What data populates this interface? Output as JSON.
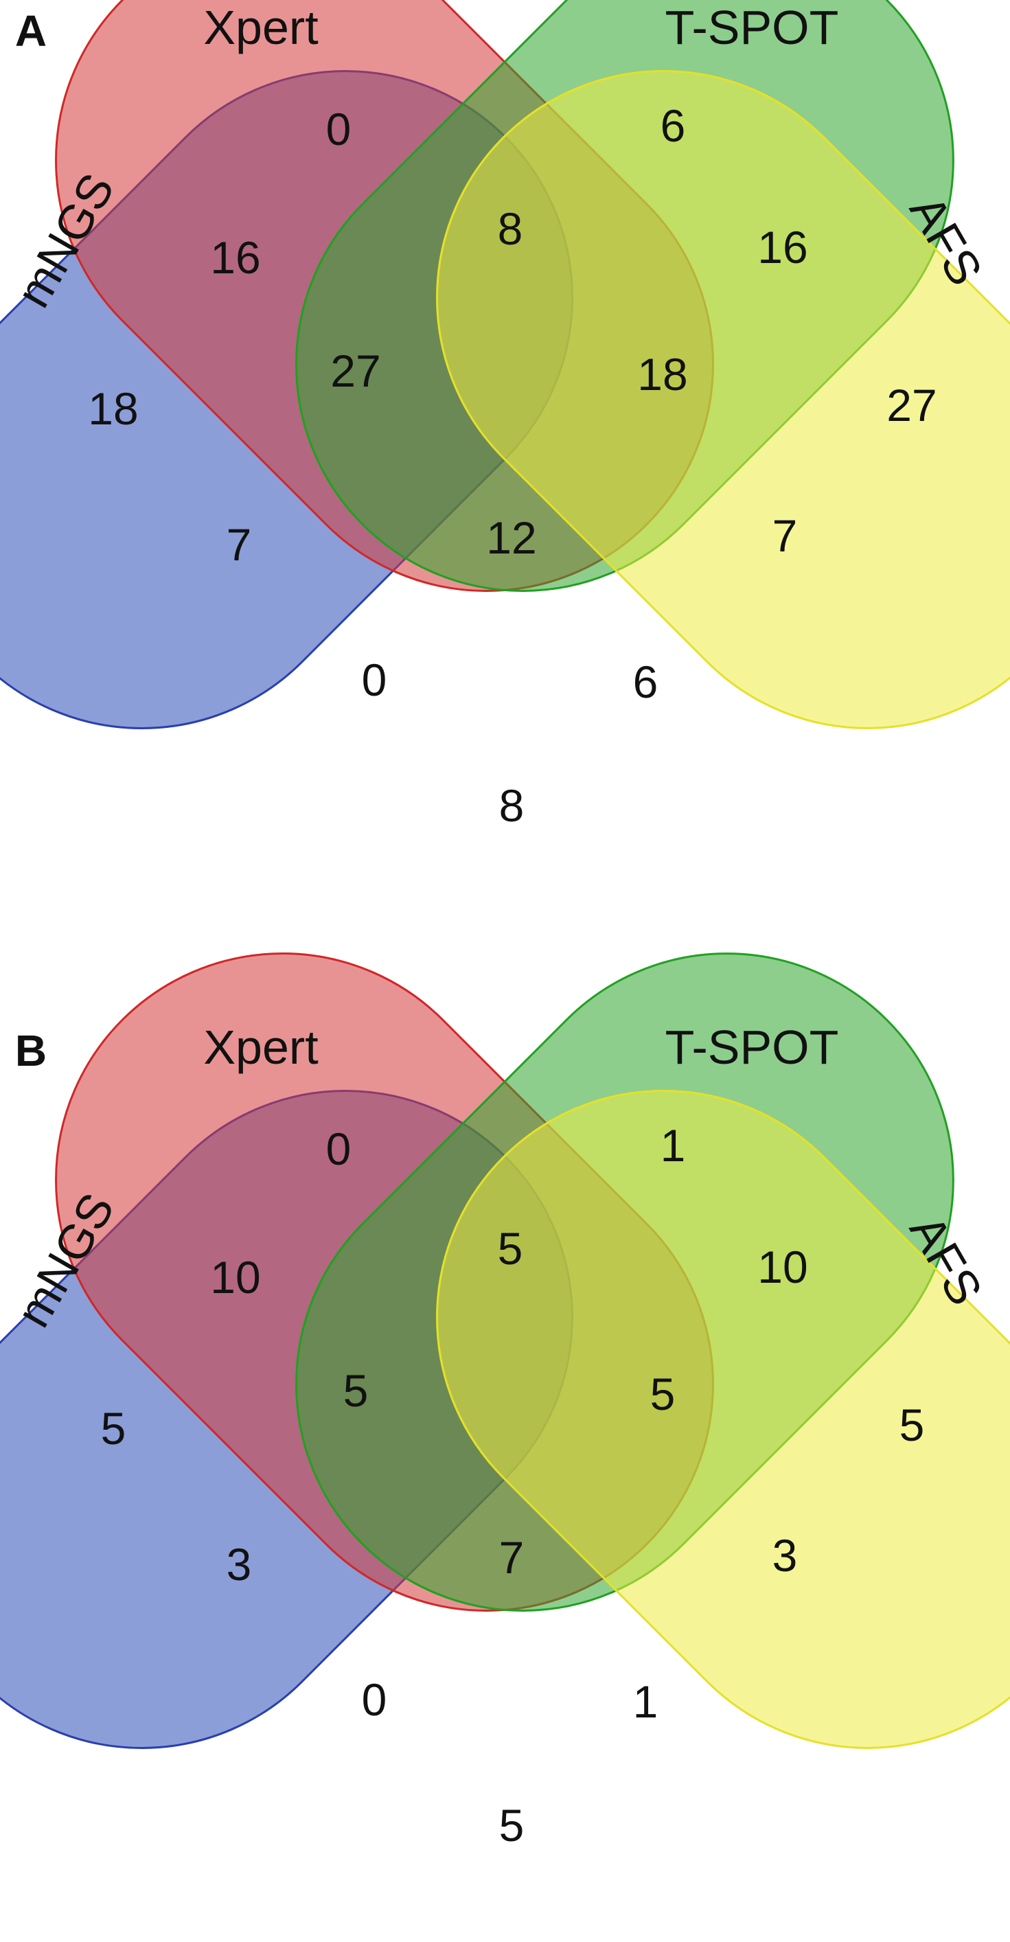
{
  "sets": [
    {
      "key": "mNGS",
      "name": "mNGS",
      "fill": "#2e4fb8",
      "stroke": "#2a3fb0"
    },
    {
      "key": "Xpert",
      "name": "Xpert",
      "fill": "#d63a3a",
      "stroke": "#d02828"
    },
    {
      "key": "TSPOT",
      "name": "T-SPOT",
      "fill": "#2fa52f",
      "stroke": "#22a022"
    },
    {
      "key": "AFS",
      "name": "AFS",
      "fill": "#ecec44",
      "stroke": "#e6e02a"
    }
  ],
  "panels": [
    {
      "label": "A",
      "counts": {
        "mNGS_only": "18",
        "Xpert_only": "0",
        "TSPOT_only": "6",
        "AFS_only": "27",
        "mNGS_Xpert": "16",
        "Xpert_TSPOT": "8",
        "TSPOT_AFS": "16",
        "mNGS_TSPOT": "7",
        "Xpert_AFS": "7",
        "mNGS_AFS": "8",
        "mNGS_Xpert_TSPOT": "27",
        "Xpert_TSPOT_AFS": "18",
        "mNGS_TSPOT_AFS": "0",
        "mNGS_Xpert_AFS": "6",
        "all_four": "12"
      }
    },
    {
      "label": "B",
      "counts": {
        "mNGS_only": "5",
        "Xpert_only": "0",
        "TSPOT_only": "1",
        "AFS_only": "5",
        "mNGS_Xpert": "10",
        "Xpert_TSPOT": "5",
        "TSPOT_AFS": "10",
        "mNGS_TSPOT": "3",
        "Xpert_AFS": "3",
        "mNGS_AFS": "5",
        "mNGS_Xpert_TSPOT": "5",
        "Xpert_TSPOT_AFS": "5",
        "mNGS_TSPOT_AFS": "0",
        "mNGS_Xpert_AFS": "1",
        "all_four": "7"
      }
    }
  ]
}
